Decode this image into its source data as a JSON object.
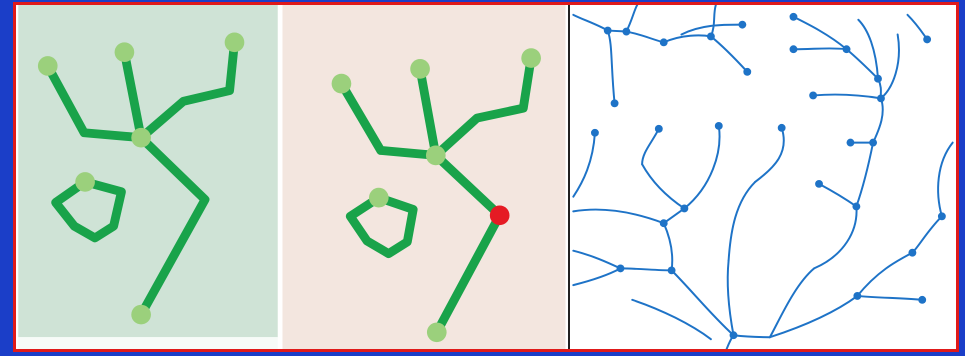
{
  "title": "",
  "colors": {
    "background": "#1b3ec8",
    "frame_border": "#e01a1a",
    "panel1_bg": "#cfe3d6",
    "panel2_bg": "#f3e6df",
    "panel3_bg": "#ffffff",
    "edge": "#19a34a",
    "node": "#9bd07c",
    "highlight_node": "#e51b24",
    "river": "#1e73c7",
    "separator": "#222222"
  },
  "panels": [
    {
      "name": "original-network",
      "description_visible": false
    },
    {
      "name": "network-with-split-node",
      "description_visible": false
    },
    {
      "name": "river-network-map",
      "description_visible": false
    }
  ]
}
